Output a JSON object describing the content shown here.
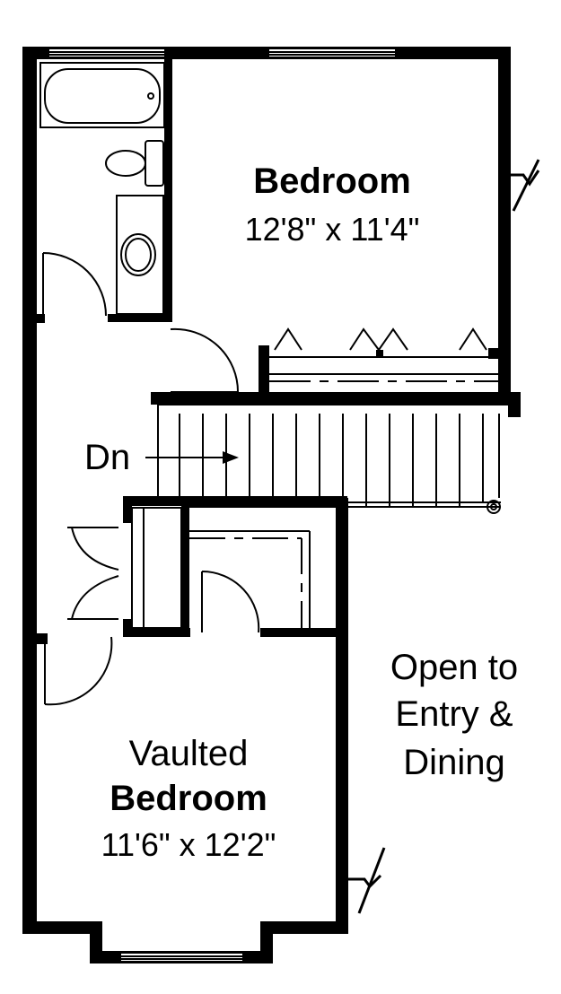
{
  "rooms": {
    "bedroom": {
      "name": "Bedroom",
      "size": "12'8\" x 11'4\""
    },
    "vaulted_bedroom": {
      "line1": "Vaulted",
      "name": "Bedroom",
      "size": "11'6\" x 12'2\""
    }
  },
  "stairs": {
    "label": "Dn"
  },
  "open_area": {
    "line1": "Open to",
    "line2": "Entry &",
    "line3": "Dining"
  },
  "colors": {
    "ink": "#000000",
    "paper": "#ffffff"
  }
}
